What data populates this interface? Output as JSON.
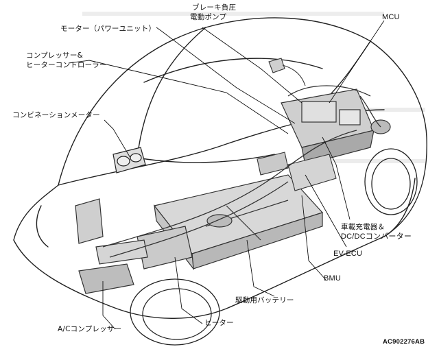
{
  "labels": {
    "brake_line1": "ブレーキ負圧",
    "brake_line2": "電動ポンプ",
    "mcu": "MCU",
    "motor": "モーター（パワーユニット）",
    "compressor_ctrl_line1": "コンプレッサー&",
    "compressor_ctrl_line2": "ヒーターコントローラー",
    "combination_meter": "コンビネーションメーター",
    "charger_line1": "車載充電器＆",
    "charger_line2": "DC/DCコンバーター",
    "ev_ecu": "EV-ECU",
    "bmu": "BMU",
    "battery": "駆動用バッテリー",
    "heater": "ヒーター",
    "ac_compressor": "A/Cコンプレッサー"
  },
  "figure_ref": "AC902276AB"
}
